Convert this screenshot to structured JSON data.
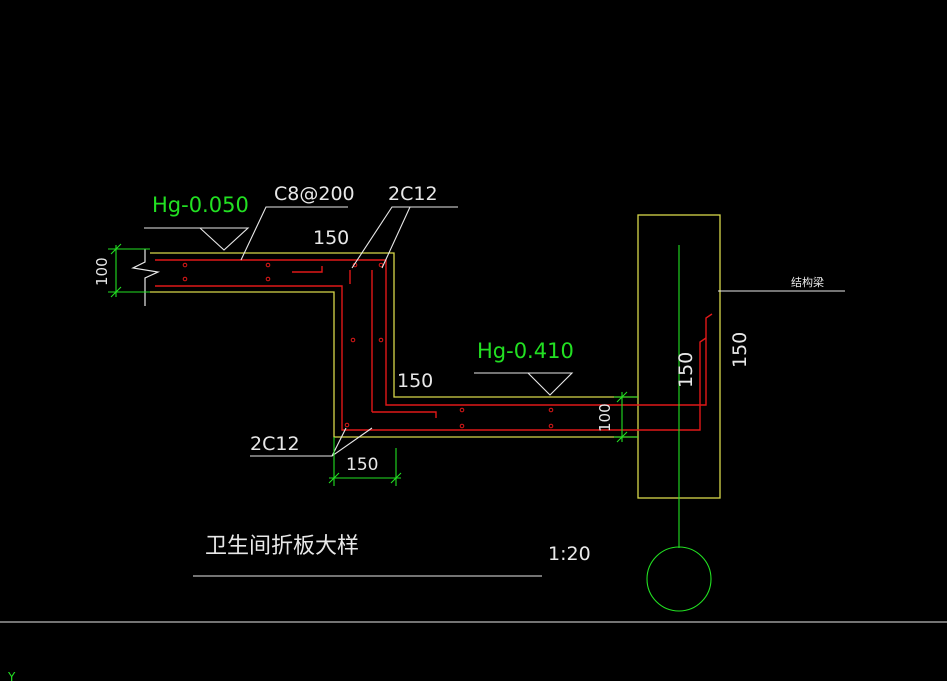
{
  "drawing": {
    "title": "卫生间折板大样",
    "scale": "1:20",
    "level_upper": "Hg-0.050",
    "level_lower": "Hg-0.410",
    "rebar_distribution": "C8@200",
    "rebar_main_top": "2C12",
    "rebar_main_bottom": "2C12",
    "beam_label": "结构梁",
    "dim_slab_thickness_upper": "100",
    "dim_slab_thickness_lower": "100",
    "dim_top_150": "150",
    "dim_vertical_150": "150",
    "dim_bottom_150": "150",
    "dim_beam_inner_150": "150",
    "dim_beam_side_150": "150",
    "axis_hint": "Y"
  },
  "colors": {
    "background": "#000000",
    "outline": "#d8d84a",
    "rebar": "#e01818",
    "dimension": "#22e022",
    "leader": "#e8e8e8",
    "level_text": "#22e022"
  }
}
